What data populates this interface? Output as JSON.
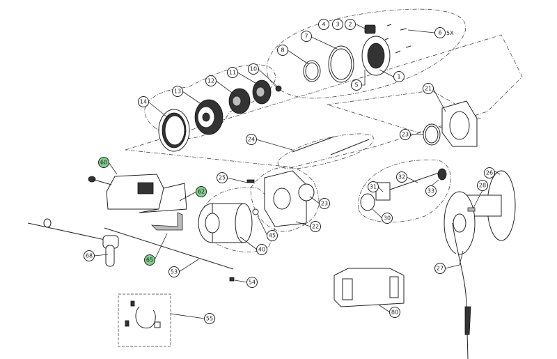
{
  "diagram": {
    "type": "exploded parts diagram",
    "highlight_color": "#7fd08a",
    "callouts": [
      {
        "id": "c1",
        "label": "1"
      },
      {
        "id": "c2",
        "label": "2"
      },
      {
        "id": "c3",
        "label": "3"
      },
      {
        "id": "c4",
        "label": "4"
      },
      {
        "id": "c5",
        "label": "5"
      },
      {
        "id": "c6",
        "label": "6",
        "note": "5X"
      },
      {
        "id": "c7",
        "label": "7"
      },
      {
        "id": "c8",
        "label": "8"
      },
      {
        "id": "c10",
        "label": "10"
      },
      {
        "id": "c11",
        "label": "11"
      },
      {
        "id": "c12",
        "label": "12"
      },
      {
        "id": "c13",
        "label": "13"
      },
      {
        "id": "c14",
        "label": "14"
      },
      {
        "id": "c21",
        "label": "21"
      },
      {
        "id": "c22",
        "label": "22"
      },
      {
        "id": "c23a",
        "label": "23"
      },
      {
        "id": "c23b",
        "label": "23"
      },
      {
        "id": "c24",
        "label": "24"
      },
      {
        "id": "c25",
        "label": "25"
      },
      {
        "id": "c26",
        "label": "26"
      },
      {
        "id": "c27",
        "label": "27"
      },
      {
        "id": "c28",
        "label": "28"
      },
      {
        "id": "c30",
        "label": "30"
      },
      {
        "id": "c31",
        "label": "31"
      },
      {
        "id": "c32",
        "label": "32"
      },
      {
        "id": "c33",
        "label": "33"
      },
      {
        "id": "c40",
        "label": "40"
      },
      {
        "id": "c45",
        "label": "45"
      },
      {
        "id": "c53",
        "label": "53"
      },
      {
        "id": "c54",
        "label": "54"
      },
      {
        "id": "c55",
        "label": "55"
      },
      {
        "id": "c60",
        "label": "60",
        "highlighted": true
      },
      {
        "id": "c62",
        "label": "62",
        "highlighted": true
      },
      {
        "id": "c65",
        "label": "65",
        "highlighted": true
      },
      {
        "id": "c68",
        "label": "68"
      },
      {
        "id": "c80",
        "label": "80"
      }
    ]
  }
}
